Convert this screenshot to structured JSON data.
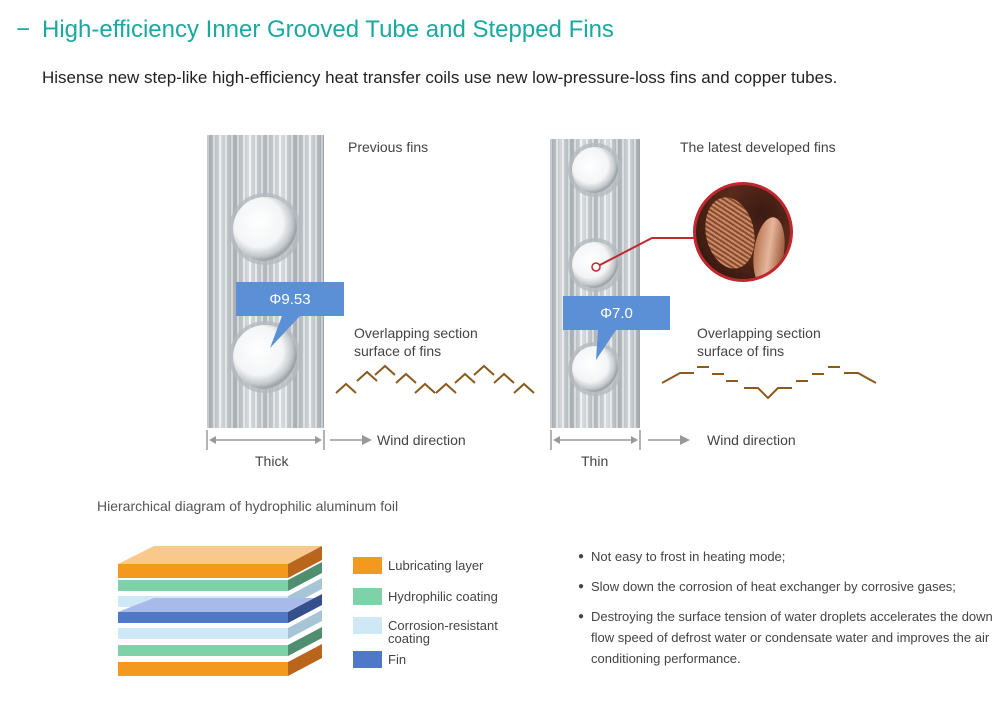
{
  "header": {
    "dash": "−",
    "title": "High-efficiency Inner Grooved Tube and Stepped Fins",
    "intro": "Hisense new step-like high-efficiency heat transfer coils use new low-pressure-loss fins and copper tubes."
  },
  "previous": {
    "title": "Previous fins",
    "diameter": "Φ9.53",
    "section_line1": "Overlapping section",
    "section_line2": "surface of fins",
    "wind": "Wind direction",
    "thickness": "Thick"
  },
  "latest": {
    "title": "The latest developed fins",
    "diameter": "Φ7.0",
    "section_line1": "Overlapping section",
    "section_line2": "surface of fins",
    "wind": "Wind direction",
    "thickness": "Thin"
  },
  "foil": {
    "title": "Hierarchical diagram of hydrophilic aluminum foil",
    "legend": [
      {
        "label": "Lubricating layer",
        "color": "#f39a1e"
      },
      {
        "label": "Hydrophilic coating",
        "color": "#7fd2a8"
      },
      {
        "label": "Corrosion-resistant coating",
        "color": "#cfe8f6"
      },
      {
        "label": "Fin",
        "color": "#4f79c8"
      }
    ]
  },
  "bullets": [
    {
      "text": "Not easy to frost in heating mode;"
    },
    {
      "text": "Slow down the corrosion of heat exchanger by corrosive gases;"
    },
    {
      "text": "Destroying the surface tension of water droplets accelerates the down flow speed of defrost water or condensate water and improves the air conditioning performance."
    }
  ],
  "colors": {
    "accent": "#1aa8a0",
    "callout": "#5b8fd6",
    "zigzag": "#8a5a1e",
    "pointer": "#c0282f"
  }
}
